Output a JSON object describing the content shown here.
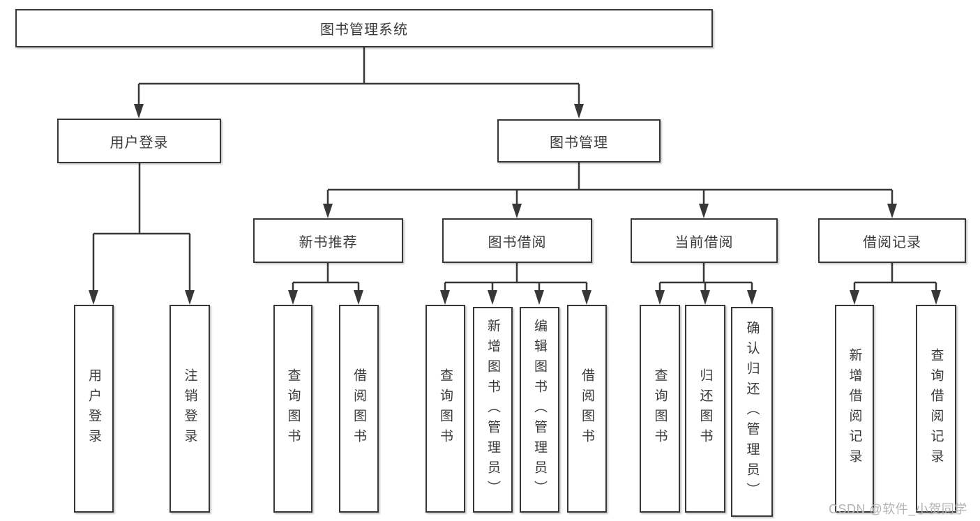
{
  "tree": {
    "label": "图书管理系统",
    "children": [
      {
        "label": "用户登录",
        "children": [
          {
            "label": "用户登录"
          },
          {
            "label": "注销登录"
          }
        ]
      },
      {
        "label": "图书管理",
        "children": [
          {
            "label": "新书推荐",
            "children": [
              {
                "label": "查询图书"
              },
              {
                "label": "借阅图书"
              }
            ]
          },
          {
            "label": "图书借阅",
            "children": [
              {
                "label": "查询图书"
              },
              {
                "label": "新增图书（管理员）"
              },
              {
                "label": "编辑图书（管理员）"
              },
              {
                "label": "借阅图书"
              }
            ]
          },
          {
            "label": "当前借阅",
            "children": [
              {
                "label": "查询图书"
              },
              {
                "label": "归还图书"
              },
              {
                "label": "确认归还（管理员）"
              }
            ]
          },
          {
            "label": "借阅记录",
            "children": [
              {
                "label": "新增借阅记录"
              },
              {
                "label": "查询借阅记录"
              }
            ]
          }
        ]
      }
    ]
  },
  "watermark": {
    "text": "CSDN @软件_小贺同学"
  },
  "colors": {
    "line": "#373737",
    "text": "#3a3a3a",
    "background": "#ffffff",
    "watermark": "#b4b4b4"
  }
}
